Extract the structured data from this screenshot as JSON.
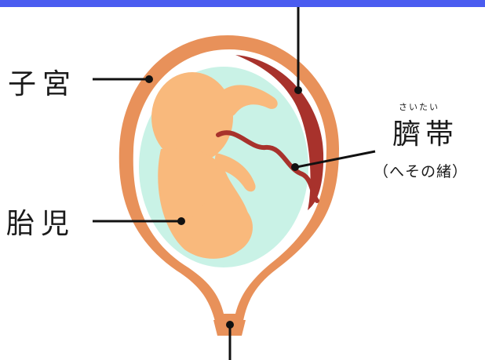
{
  "labels": {
    "uterus": "子宮",
    "fetus": "胎児",
    "umbilical_cord_ruby": "さいたい",
    "umbilical_cord": "臍帯",
    "umbilical_cord_sub": "（へその緒）"
  },
  "colors": {
    "header_bar": "#4a5cf0",
    "uterus_wall": "#e8915a",
    "placenta": "#a8322c",
    "amniotic_fluid": "#c9f2e6",
    "fetus": "#f9b97c",
    "umbilical_cord": "#a8322c",
    "leader_line": "#111111"
  }
}
